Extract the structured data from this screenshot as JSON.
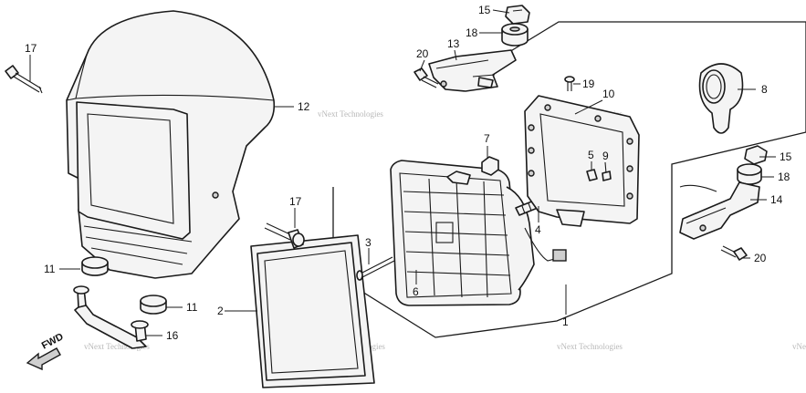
{
  "diagram": {
    "callouts": [
      "15",
      "18",
      "13",
      "20",
      "17",
      "12",
      "19",
      "10",
      "8",
      "7",
      "5",
      "9",
      "15",
      "18",
      "14",
      "17",
      "4",
      "3",
      "6",
      "20",
      "11",
      "11",
      "2",
      "16",
      "1"
    ],
    "direction_label": "FWD",
    "watermark": "vNext Technologies"
  }
}
